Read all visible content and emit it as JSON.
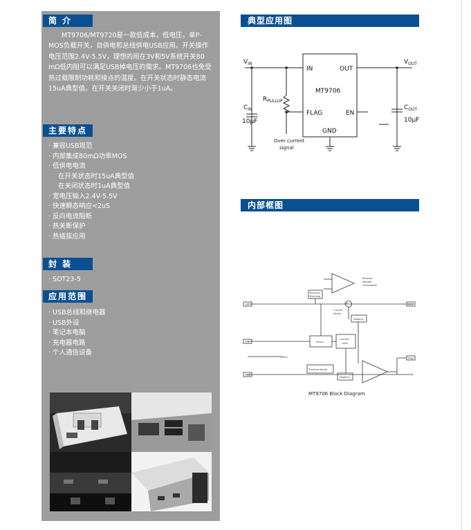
{
  "left": {
    "intro_heading": "简 介",
    "intro_text": "MT9706/MT9720是一款低成本，低电压，单P-MOS负载开关，自供电和总线供电USB应用。开关操作电压范围2.4V-5.5V，理想的用在3V和5V系统开关80 mΩ低内阻可以满足USB掉电压的需求。MT9706也免受热过载限制功耗和接点的温度。在开关状态时静态电流15uA典型值。在开关关闭时渐少小于1uA。",
    "features_heading": "主要特点",
    "features": [
      {
        "text": "· 兼容USB规范"
      },
      {
        "text": "· 内部集成80mΩ功率MOS"
      },
      {
        "text": "· 低供电电流",
        "sub": [
          "在开关状态时15uA典型值",
          "在关闭状态时1uA典型值"
        ]
      },
      {
        "text": "· 宽电压输入2.4V-5.5V"
      },
      {
        "text": "· 快速瞬态响应<2uS"
      },
      {
        "text": "· 反向电流阻断"
      },
      {
        "text": "· 热关断保护"
      },
      {
        "text": "· 热插拔应用"
      }
    ],
    "package_heading": "封 装",
    "package": [
      "· SOT23-5"
    ],
    "app_heading": "应用范围",
    "applications": [
      "· USB总线和继电器",
      "· USB外设",
      "· 笔记本电脑",
      "· 充电器电路",
      "· 个人通信设备"
    ]
  },
  "right": {
    "typical_heading": "典型应用图",
    "schematic": {
      "vin": "V",
      "vin_sub": "IN",
      "vout": "V",
      "vout_sub": "OUT",
      "pin_in": "IN",
      "pin_out": "OUT",
      "pin_flag": "FLAG",
      "pin_en": "EN",
      "pin_gnd": "GND",
      "chip": "MT9706",
      "rpull": "R",
      "rpull_sub": "PULLUP",
      "cin": "C",
      "cin_sub": "IN",
      "cin_val": "10μF",
      "cout": "C",
      "cout_sub": "OUT",
      "cout_val": "10μF",
      "overcurrent_1": "Over current",
      "overcurrent_2": "signal"
    },
    "block_heading": "内部框图",
    "block": {
      "caption": "MT9706 Block Diagram",
      "reverse": "Reverse",
      "blocking": "Blocking",
      "rev_comp_1": "Reverse",
      "rev_comp_2": "Voltage",
      "rev_comp_3": "Comparator",
      "current_sense_1": "Current",
      "current_sense_2": "Sense",
      "deglitch1": "Deglitch",
      "driver": "Driver",
      "current_limit_1": "Current",
      "current_limit_2": "Limit",
      "uvlo": "UVLO",
      "thermal": "Thermal Sense",
      "deglitch2": "Deglitch",
      "pin_in": "IN",
      "pin_out": "OUT",
      "pin_en": "EN",
      "pin_gnd": "GND",
      "pin_flag": "Flag",
      "cs_symbol": "CS"
    }
  }
}
